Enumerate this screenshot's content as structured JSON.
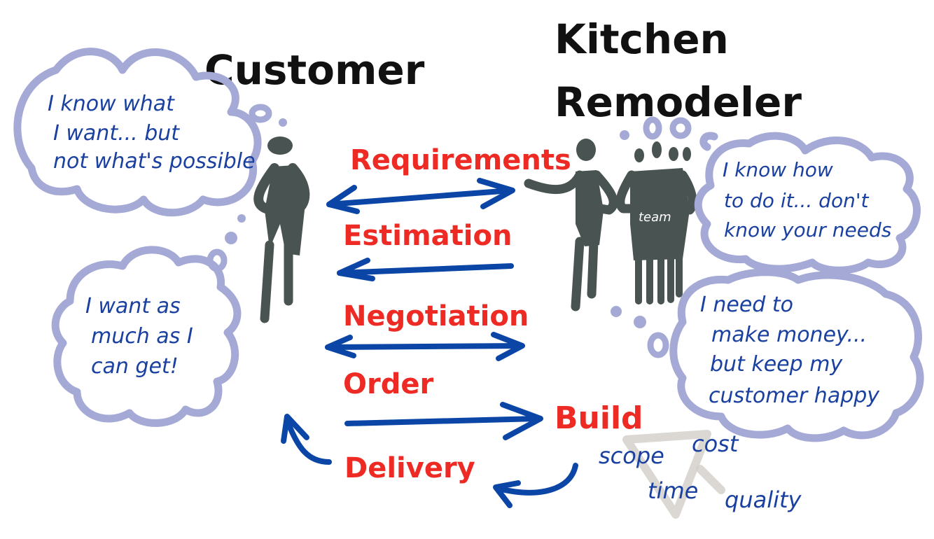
{
  "diagram": {
    "actors": {
      "customer": {
        "label": "Customer"
      },
      "remodeler": {
        "label_lines": [
          "Kitchen",
          "Remodeler"
        ],
        "team_label": "team"
      }
    },
    "thoughts": {
      "customer_top": [
        "I know what",
        "I want... but",
        "not what's possible"
      ],
      "customer_bottom": [
        "I want as",
        "much as I",
        "can get!"
      ],
      "remodeler_top": [
        "I know how",
        "to do it... don't",
        "know your needs"
      ],
      "remodeler_bottom": [
        "I need to",
        "make money...",
        "but keep my",
        "customer happy"
      ]
    },
    "steps": [
      {
        "label": "Requirements",
        "direction": "both"
      },
      {
        "label": "Estimation",
        "direction": "to-customer"
      },
      {
        "label": "Negotiation",
        "direction": "both"
      },
      {
        "label": "Order",
        "direction": "to-remodeler"
      },
      {
        "label": "Build",
        "direction": "none"
      },
      {
        "label": "Delivery",
        "direction": "to-customer"
      }
    ],
    "constraints_triangle": [
      "scope",
      "cost",
      "time",
      "quality"
    ],
    "colors": {
      "step_text": "#ee2a24",
      "arrow": "#0b46a6",
      "thought_text": "#1a40a0",
      "cloud": "#a4a9d6",
      "figure": "#485352",
      "title_text": "#111111"
    }
  }
}
